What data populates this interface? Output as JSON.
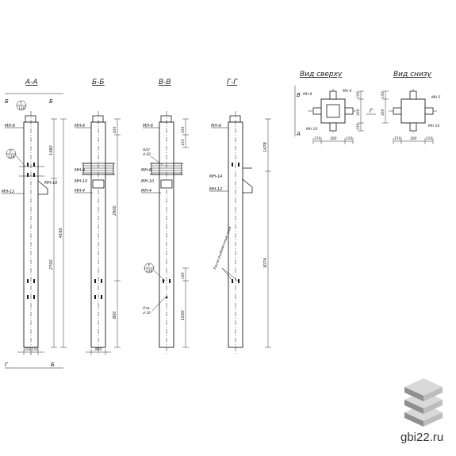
{
  "sections": {
    "aa": "А-А",
    "bb": "Б-Б",
    "vv": "В-В",
    "gg": "Г-Г"
  },
  "views": {
    "top": "Вид сверху",
    "bottom": "Вид снизу"
  },
  "section_marks": {
    "b": "Б",
    "v": "В",
    "a": "А",
    "g": "Г"
  },
  "callouts": {
    "c1_num": "1",
    "c1_sheet": "138",
    "c5_num": "5",
    "c5_sheet": "138",
    "c7_num": "7",
    "c7_sheet": "138"
  },
  "parts": {
    "mn6": "МН-6",
    "mn12": "МН-12",
    "mn18": "МН-18",
    "mn10": "МН-10",
    "mn14": "МН-14",
    "mn8": "МН-8",
    "mn4": "МН-4",
    "mn5": "МН-5"
  },
  "notes": {
    "shag": "Шаг",
    "d30": "d-30",
    "otv": "Отв",
    "risk": "Риски разбивочные осей"
  },
  "dims": {
    "aa_4160": "4160",
    "aa_1460": "1460",
    "aa_2700": "2700",
    "aa_b1": "150",
    "aa_b2": "150",
    "bb_450": "450",
    "bb_2900": "2900",
    "bb_800": "800",
    "bb_300": "300",
    "vv_350": "350",
    "vv_150": "150",
    "vv_100": "100",
    "vv_1000": "1000",
    "gg_1478": "1478",
    "gg_3074": "3074",
    "top_150a": "150",
    "top_300": "300",
    "top_150b": "150",
    "top_v1": "150",
    "top_v2": "300",
    "top_v3": "150",
    "bot_150a": "150",
    "bot_300": "300",
    "bot_150b": "150",
    "bot_v1": "150",
    "bot_v2": "300"
  },
  "watermark": {
    "text": "gbi22.ru"
  },
  "colors": {
    "ink": "#1a1a1a",
    "paper": "#ffffff",
    "logo_light": "#d9d9d9",
    "logo_mid": "#bdbdbd",
    "logo_dark": "#8f8f8f"
  }
}
